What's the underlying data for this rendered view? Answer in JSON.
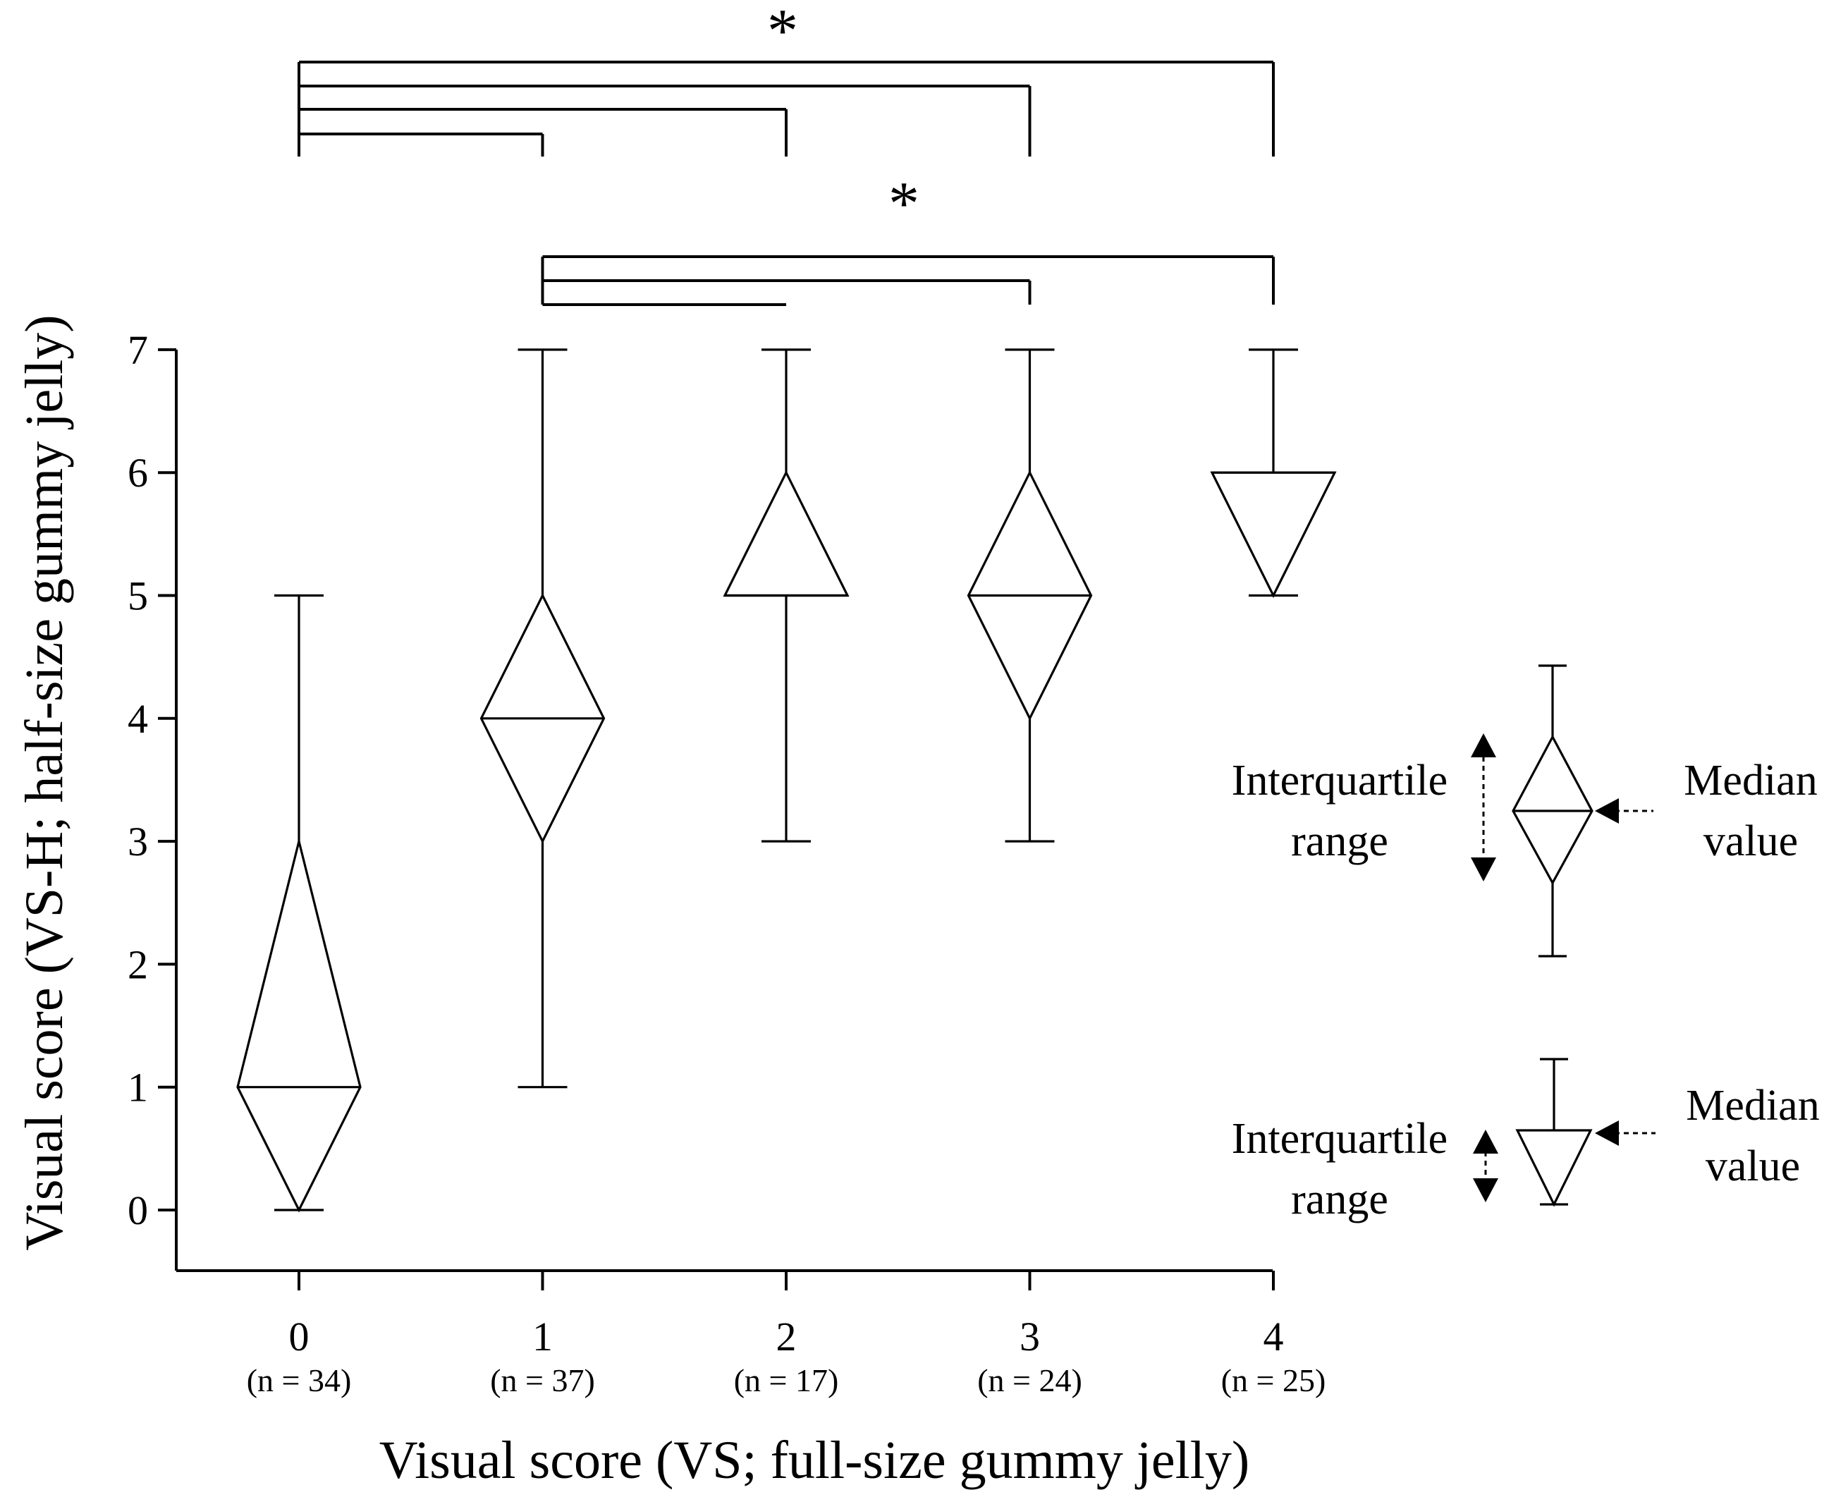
{
  "chart_data": {
    "type": "box",
    "title": "",
    "xlabel": "Visual score (VS; full-size gummy jelly)",
    "ylabel": "Visual score (VS-H; half-size gummy jelly)",
    "ylim": [
      0,
      7
    ],
    "yticks": [
      "0",
      "1",
      "2",
      "3",
      "4",
      "5",
      "6",
      "7"
    ],
    "categories": [
      "0",
      "1",
      "2",
      "3",
      "4"
    ],
    "category_n": [
      "(n = 34)",
      "(n = 37)",
      "(n = 17)",
      "(n = 24)",
      "(n = 25)"
    ],
    "series": [
      {
        "category": "0",
        "min": 0,
        "q1": 0,
        "median": 1,
        "q3": 3,
        "max": 5
      },
      {
        "category": "1",
        "min": 1,
        "q1": 3,
        "median": 4,
        "q3": 5,
        "max": 7
      },
      {
        "category": "2",
        "min": 3,
        "q1": 5,
        "median": 5,
        "q3": 6,
        "max": 7
      },
      {
        "category": "3",
        "min": 3,
        "q1": 4,
        "median": 5,
        "q3": 6,
        "max": 7
      },
      {
        "category": "4",
        "min": 5,
        "q1": 5,
        "median": 6,
        "q3": 6,
        "max": 7
      }
    ],
    "significance": [
      {
        "from": 0,
        "to": [
          1,
          2,
          3,
          4
        ],
        "label": "*"
      },
      {
        "from": 1,
        "to": [
          2,
          3,
          4
        ],
        "label": "*"
      }
    ],
    "legend": {
      "iqr_label_line1": "Interquartile",
      "iqr_label_line2": "range",
      "median_label_line1": "Median",
      "median_label_line2": "value"
    }
  }
}
